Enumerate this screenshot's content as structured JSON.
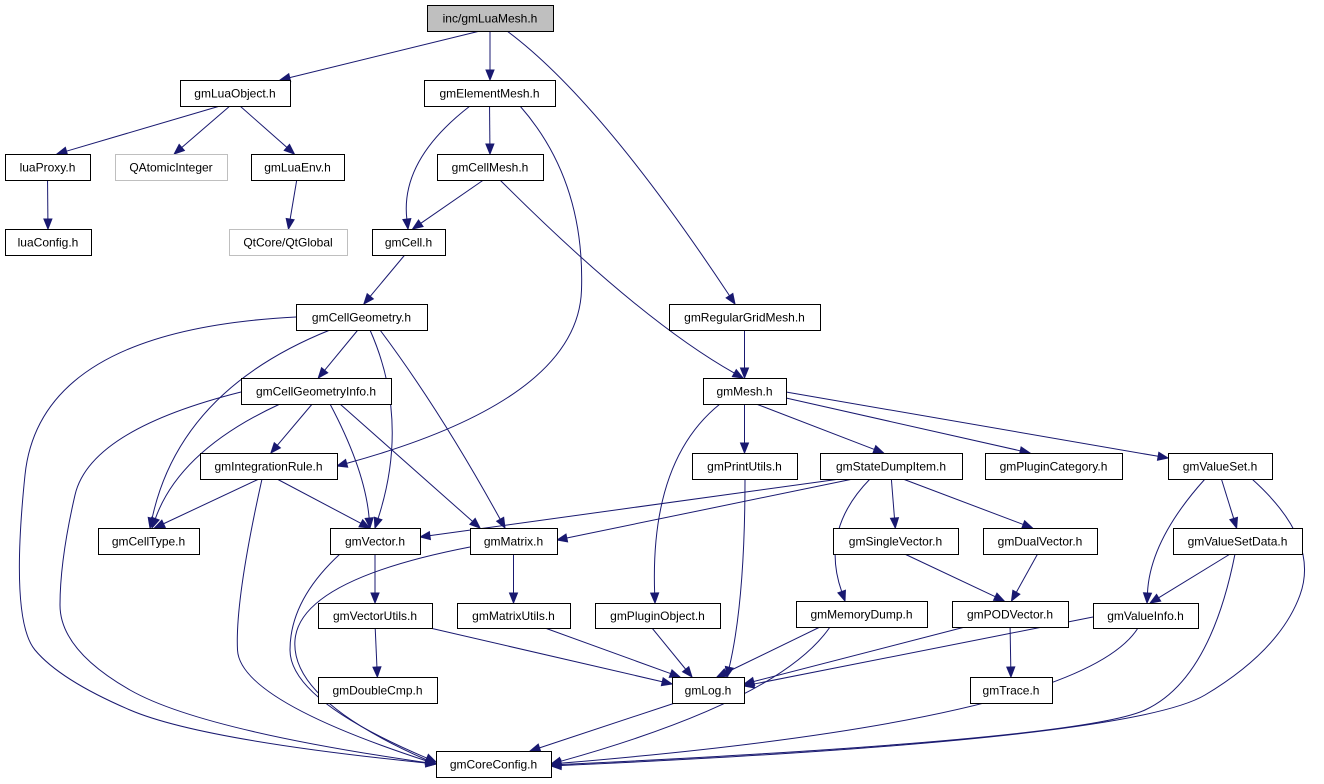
{
  "diagram": {
    "type": "include-dependency-graph",
    "title": "inc/gmLuaMesh.h",
    "colors": {
      "edge": "#191970",
      "root_fill": "#bfbfbf",
      "node_fill": "#ffffff",
      "node_border": "#000000",
      "external_border": "#bfbfbf"
    },
    "nodes": [
      {
        "id": "gmLuaMesh",
        "label": "inc/gmLuaMesh.h",
        "kind": "root"
      },
      {
        "id": "gmLuaObject",
        "label": "gmLuaObject.h",
        "kind": "file"
      },
      {
        "id": "gmElementMesh",
        "label": "gmElementMesh.h",
        "kind": "file"
      },
      {
        "id": "luaProxy",
        "label": "luaProxy.h",
        "kind": "file"
      },
      {
        "id": "QAtomicInteger",
        "label": "QAtomicInteger",
        "kind": "external"
      },
      {
        "id": "gmLuaEnv",
        "label": "gmLuaEnv.h",
        "kind": "file"
      },
      {
        "id": "gmCellMesh",
        "label": "gmCellMesh.h",
        "kind": "file"
      },
      {
        "id": "luaConfig",
        "label": "luaConfig.h",
        "kind": "file"
      },
      {
        "id": "QtGlobal",
        "label": "QtCore/QtGlobal",
        "kind": "external"
      },
      {
        "id": "gmCell",
        "label": "gmCell.h",
        "kind": "file"
      },
      {
        "id": "gmCellGeometry",
        "label": "gmCellGeometry.h",
        "kind": "file"
      },
      {
        "id": "gmRegularGridMesh",
        "label": "gmRegularGridMesh.h",
        "kind": "file"
      },
      {
        "id": "gmCellGeometryInfo",
        "label": "gmCellGeometryInfo.h",
        "kind": "file"
      },
      {
        "id": "gmMesh",
        "label": "gmMesh.h",
        "kind": "file"
      },
      {
        "id": "gmIntegrationRule",
        "label": "gmIntegrationRule.h",
        "kind": "file"
      },
      {
        "id": "gmPrintUtils",
        "label": "gmPrintUtils.h",
        "kind": "file"
      },
      {
        "id": "gmStateDumpItem",
        "label": "gmStateDumpItem.h",
        "kind": "file"
      },
      {
        "id": "gmPluginCategory",
        "label": "gmPluginCategory.h",
        "kind": "file"
      },
      {
        "id": "gmValueSet",
        "label": "gmValueSet.h",
        "kind": "file"
      },
      {
        "id": "gmCellType",
        "label": "gmCellType.h",
        "kind": "file"
      },
      {
        "id": "gmVector",
        "label": "gmVector.h",
        "kind": "file"
      },
      {
        "id": "gmMatrix",
        "label": "gmMatrix.h",
        "kind": "file"
      },
      {
        "id": "gmSingleVector",
        "label": "gmSingleVector.h",
        "kind": "file"
      },
      {
        "id": "gmDualVector",
        "label": "gmDualVector.h",
        "kind": "file"
      },
      {
        "id": "gmValueSetData",
        "label": "gmValueSetData.h",
        "kind": "file"
      },
      {
        "id": "gmVectorUtils",
        "label": "gmVectorUtils.h",
        "kind": "file"
      },
      {
        "id": "gmMatrixUtils",
        "label": "gmMatrixUtils.h",
        "kind": "file"
      },
      {
        "id": "gmPluginObject",
        "label": "gmPluginObject.h",
        "kind": "file"
      },
      {
        "id": "gmMemoryDump",
        "label": "gmMemoryDump.h",
        "kind": "file"
      },
      {
        "id": "gmPODVector",
        "label": "gmPODVector.h",
        "kind": "file"
      },
      {
        "id": "gmValueInfo",
        "label": "gmValueInfo.h",
        "kind": "file"
      },
      {
        "id": "gmDoubleCmp",
        "label": "gmDoubleCmp.h",
        "kind": "file"
      },
      {
        "id": "gmLog",
        "label": "gmLog.h",
        "kind": "file"
      },
      {
        "id": "gmTrace",
        "label": "gmTrace.h",
        "kind": "file"
      },
      {
        "id": "gmCoreConfig",
        "label": "gmCoreConfig.h",
        "kind": "file"
      }
    ],
    "edges": [
      [
        "gmLuaMesh",
        "gmLuaObject"
      ],
      [
        "gmLuaMesh",
        "gmElementMesh"
      ],
      [
        "gmLuaMesh",
        "gmRegularGridMesh"
      ],
      [
        "gmLuaObject",
        "luaProxy"
      ],
      [
        "gmLuaObject",
        "QAtomicInteger"
      ],
      [
        "gmLuaObject",
        "gmLuaEnv"
      ],
      [
        "luaProxy",
        "luaConfig"
      ],
      [
        "gmLuaEnv",
        "QtGlobal"
      ],
      [
        "gmElementMesh",
        "gmCell"
      ],
      [
        "gmElementMesh",
        "gmCellMesh"
      ],
      [
        "gmElementMesh",
        "gmIntegrationRule"
      ],
      [
        "gmCellMesh",
        "gmCell"
      ],
      [
        "gmCellMesh",
        "gmMesh"
      ],
      [
        "gmCell",
        "gmCellGeometry"
      ],
      [
        "gmCellGeometry",
        "gmCoreConfig"
      ],
      [
        "gmCellGeometry",
        "gmCellType"
      ],
      [
        "gmCellGeometry",
        "gmCellGeometryInfo"
      ],
      [
        "gmCellGeometry",
        "gmVector"
      ],
      [
        "gmCellGeometry",
        "gmMatrix"
      ],
      [
        "gmCellGeometryInfo",
        "gmCoreConfig"
      ],
      [
        "gmCellGeometryInfo",
        "gmCellType"
      ],
      [
        "gmCellGeometryInfo",
        "gmIntegrationRule"
      ],
      [
        "gmCellGeometryInfo",
        "gmVector"
      ],
      [
        "gmCellGeometryInfo",
        "gmMatrix"
      ],
      [
        "gmIntegrationRule",
        "gmCellType"
      ],
      [
        "gmIntegrationRule",
        "gmVector"
      ],
      [
        "gmIntegrationRule",
        "gmCoreConfig"
      ],
      [
        "gmRegularGridMesh",
        "gmMesh"
      ],
      [
        "gmMesh",
        "gmPluginObject"
      ],
      [
        "gmMesh",
        "gmPrintUtils"
      ],
      [
        "gmMesh",
        "gmStateDumpItem"
      ],
      [
        "gmMesh",
        "gmPluginCategory"
      ],
      [
        "gmMesh",
        "gmValueSet"
      ],
      [
        "gmPrintUtils",
        "gmLog"
      ],
      [
        "gmStateDumpItem",
        "gmVector"
      ],
      [
        "gmStateDumpItem",
        "gmMatrix"
      ],
      [
        "gmStateDumpItem",
        "gmMemoryDump"
      ],
      [
        "gmStateDumpItem",
        "gmSingleVector"
      ],
      [
        "gmStateDumpItem",
        "gmDualVector"
      ],
      [
        "gmSingleVector",
        "gmPODVector"
      ],
      [
        "gmDualVector",
        "gmPODVector"
      ],
      [
        "gmPODVector",
        "gmLog"
      ],
      [
        "gmPODVector",
        "gmTrace"
      ],
      [
        "gmValueSet",
        "gmValueInfo"
      ],
      [
        "gmValueSet",
        "gmValueSetData"
      ],
      [
        "gmValueSet",
        "gmCoreConfig"
      ],
      [
        "gmValueSetData",
        "gmValueInfo"
      ],
      [
        "gmValueSetData",
        "gmCoreConfig"
      ],
      [
        "gmValueInfo",
        "gmLog"
      ],
      [
        "gmValueInfo",
        "gmCoreConfig"
      ],
      [
        "gmVector",
        "gmVectorUtils"
      ],
      [
        "gmVector",
        "gmCoreConfig"
      ],
      [
        "gmMatrix",
        "gmMatrixUtils"
      ],
      [
        "gmMatrix",
        "gmCoreConfig"
      ],
      [
        "gmVectorUtils",
        "gmDoubleCmp"
      ],
      [
        "gmVectorUtils",
        "gmLog"
      ],
      [
        "gmMatrixUtils",
        "gmLog"
      ],
      [
        "gmPluginObject",
        "gmLog"
      ],
      [
        "gmMemoryDump",
        "gmLog"
      ],
      [
        "gmMemoryDump",
        "gmCoreConfig"
      ],
      [
        "gmLog",
        "gmCoreConfig"
      ]
    ]
  }
}
